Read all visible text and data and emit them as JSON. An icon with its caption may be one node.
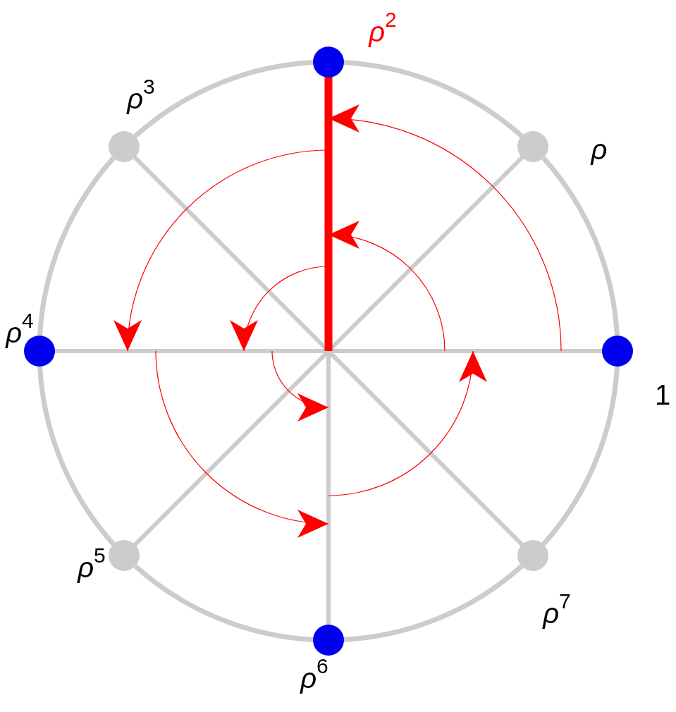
{
  "diagram": {
    "nodes": [
      {
        "text": [],
        "shape": "circle",
        "beside": [
          "1"
        ]
      },
      {
        "text": [],
        "shape": "circle",
        "beside": [
          "ρ"
        ]
      },
      {
        "text": [],
        "shape": "circle",
        "beside": [
          "ρ$^{2}$"
        ]
      },
      {
        "text": [],
        "shape": "circle",
        "beside": [
          "ρ$^{3}$"
        ]
      },
      {
        "text": [],
        "shape": "circle",
        "beside": [
          "ρ$^{4}$"
        ]
      },
      {
        "text": [],
        "shape": "circle",
        "beside": [
          "ρ$^{5}$"
        ]
      },
      {
        "text": [],
        "shape": "circle",
        "beside": [
          "ρ$^{6}$"
        ]
      },
      {
        "text": [],
        "shape": "circle",
        "beside": [
          "ρ$^{7}$"
        ]
      }
    ],
    "edges": [
      {
        "from": 0,
        "to": 1,
        "arrow": "none"
      },
      {
        "from": 1,
        "to": 2,
        "arrow": "none"
      },
      {
        "from": 2,
        "to": 3,
        "arrow": "none"
      },
      {
        "from": 3,
        "to": 4,
        "arrow": "none"
      },
      {
        "from": 4,
        "to": 5,
        "arrow": "none"
      },
      {
        "from": 5,
        "to": 6,
        "arrow": "none"
      },
      {
        "from": 6,
        "to": 7,
        "arrow": "none"
      },
      {
        "from": 7,
        "to": 0,
        "arrow": "none"
      }
    ]
  }
}
